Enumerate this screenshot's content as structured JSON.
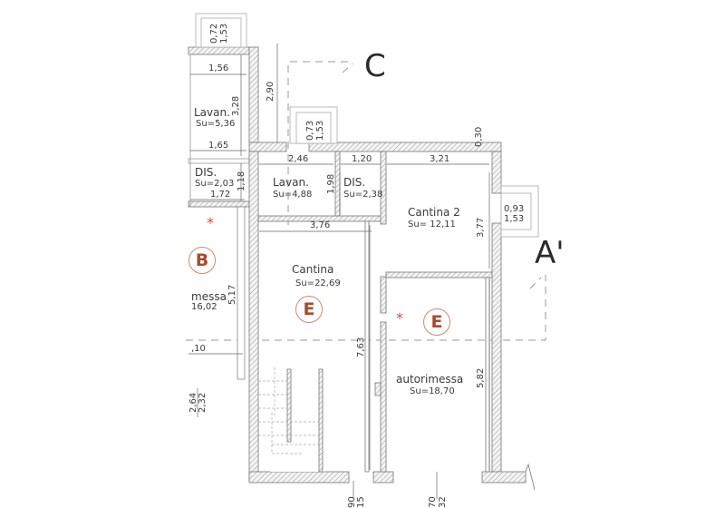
{
  "plan": {
    "section_markers": {
      "c": "C",
      "a_prime": "A'"
    },
    "badge_color": "#a84a2e",
    "marker_color": "#e04848",
    "rooms": [
      {
        "id": "lavan-left",
        "name": "Lavan.",
        "su": "Su=5,36",
        "dims": [
          "1,56",
          "3,28",
          "1,65"
        ]
      },
      {
        "id": "dis-left",
        "name": "DIS.",
        "su": "Su=2,03",
        "dims": [
          "1,18",
          "1,72"
        ]
      },
      {
        "id": "lavan-center",
        "name": "Lavan.",
        "su": "Su=4,88",
        "dims": [
          "2,46",
          "1,98"
        ]
      },
      {
        "id": "dis-center",
        "name": "DIS.",
        "su": "Su=2,38",
        "dims": [
          "1,20"
        ]
      },
      {
        "id": "cantina-2",
        "name": "Cantina 2",
        "su": "Su= 12,11",
        "dims": [
          "3,21",
          "3,77",
          "0,30"
        ]
      },
      {
        "id": "cantina",
        "name": "Cantina",
        "su": "Su=22,69",
        "dims": [
          "3,76",
          "7,63"
        ]
      },
      {
        "id": "autorimessa",
        "name": "autorimessa",
        "su": "Su=18,70",
        "dims": [
          "5,82"
        ]
      },
      {
        "id": "autorimessa-left",
        "name": "messa",
        "su": "16,02",
        "dims": [
          "5,17",
          ",10",
          "2,64",
          "2,32"
        ]
      }
    ],
    "windows": [
      {
        "id": "win-top-left",
        "w": "0,72",
        "h": "1,53"
      },
      {
        "id": "win-top-center",
        "w": "0,73",
        "h": "1,53"
      },
      {
        "id": "win-right",
        "w": "0,93",
        "h": "1,53"
      }
    ],
    "other_dims": {
      "height_290": "2,90",
      "bottom_a1": "90",
      "bottom_a2": "15",
      "bottom_b1": "70",
      "bottom_b2": "32"
    },
    "badges": [
      {
        "id": "B",
        "label": "B"
      },
      {
        "id": "E-cantina",
        "label": "E"
      },
      {
        "id": "E-autorimessa",
        "label": "E"
      }
    ],
    "markers": {
      "star": "*"
    }
  }
}
